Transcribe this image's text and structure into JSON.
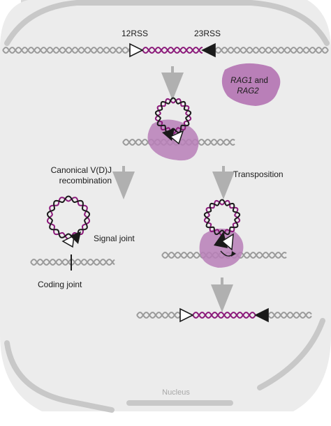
{
  "labels": {
    "rss12": "12RSS",
    "rss23": "23RSS",
    "rag1": "RAG1",
    "and": " and",
    "rag2": "RAG2",
    "canonical_line1": "Canonical V(D)J",
    "canonical_line2": "recombination",
    "transposition": "Transposition",
    "signal_joint": "Signal joint",
    "coding_joint": "Coding joint",
    "nucleus": "Nucleus"
  },
  "colors": {
    "cell_fill": "#ececec",
    "cell_stroke": "#c8c8c8",
    "dna_gray": "#9a9a9a",
    "dna_magenta": "#8b1a7a",
    "rag_purple": "#b97fb8",
    "rag_purple_light": "#c79ac6",
    "arrow_gray": "#b0b0b0"
  }
}
